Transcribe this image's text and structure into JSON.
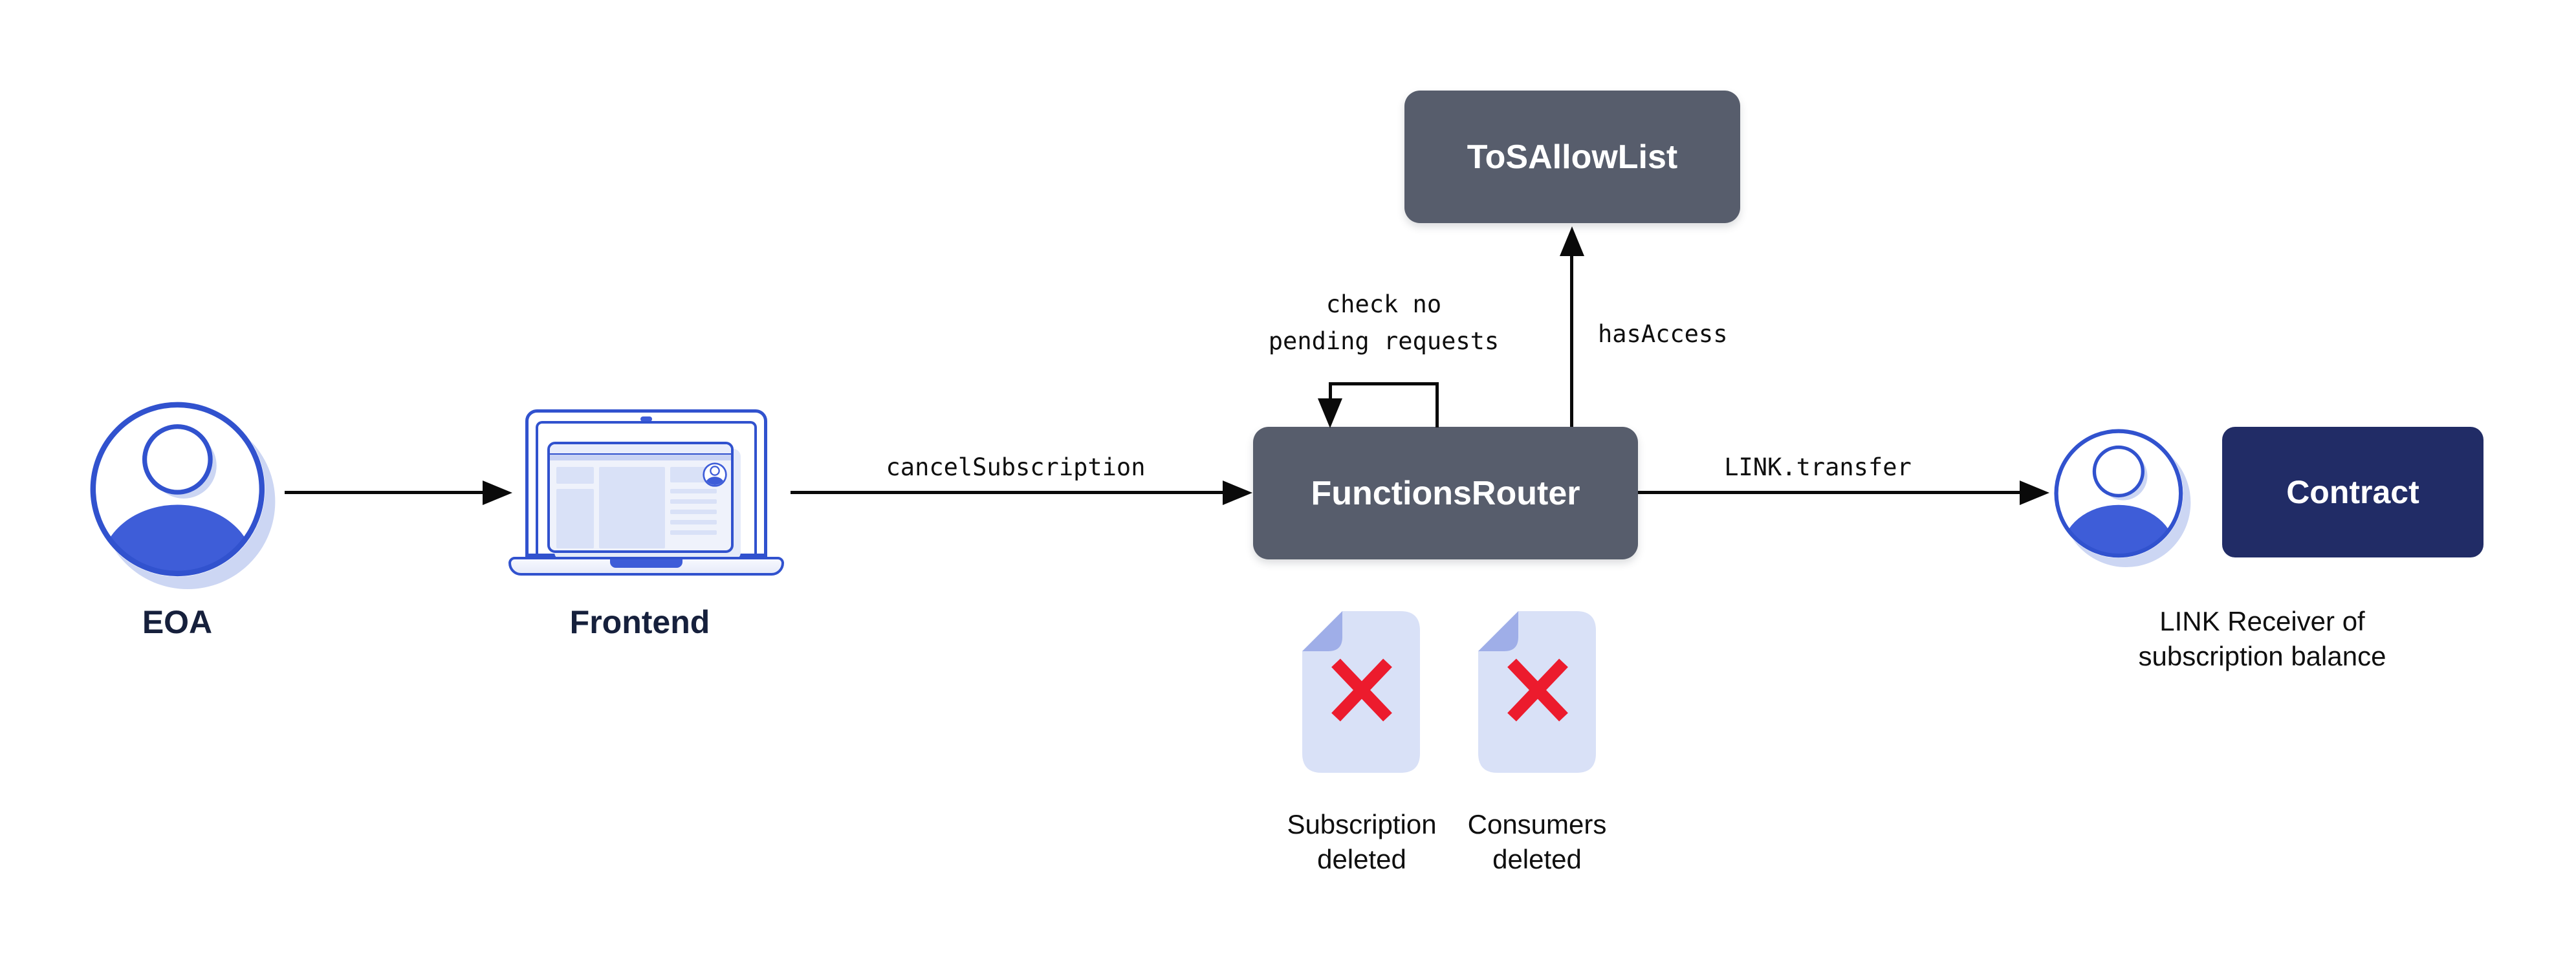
{
  "diagram": {
    "background": "#FFFFFF",
    "nodes": {
      "eoa": {
        "label": "EOA",
        "icon": "user-avatar-icon"
      },
      "frontend": {
        "label": "Frontend",
        "icon": "laptop-icon"
      },
      "functions_router": {
        "label": "FunctionsRouter"
      },
      "tos_allow_list": {
        "label": "ToSAllowList"
      },
      "contract": {
        "label": "Contract"
      },
      "link_receiver": {
        "icon": "user-avatar-icon",
        "caption_line1": "LINK Receiver of",
        "caption_line2": "subscription balance"
      }
    },
    "edges": {
      "frontend_to_router": {
        "label": "cancelSubscription"
      },
      "router_self_loop": {
        "label_line1": "check no",
        "label_line2": "pending requests"
      },
      "router_to_tos": {
        "label": "hasAccess"
      },
      "router_to_receiver": {
        "label": "LINK.transfer"
      }
    },
    "documents": [
      {
        "icon": "deleted-document-icon",
        "label_line1": "Subscription",
        "label_line2": "deleted"
      },
      {
        "icon": "deleted-document-icon",
        "label_line1": "Consumers",
        "label_line2": "deleted"
      }
    ],
    "colors": {
      "blue_stroke": "#3152CE",
      "blue_fill": "#3E5DD8",
      "shadow": "#CCD6F3",
      "slate": "#575D6C",
      "navy": "#212C66",
      "label_navy": "#16203C",
      "text_black": "#0F0F0F",
      "arrow": "#0A0A0A",
      "doc_fill": "#D9E1F7",
      "doc_fold": "#9FAEE8",
      "x_red": "#EC1B2D",
      "lap_block": "#D9E1F7",
      "lap_header_strip": "#C9D3F4",
      "lap_header_top": "#E9EDFB",
      "browser_bg": "#EFF2FB",
      "browser_shadow": "#E4EAF9"
    }
  }
}
